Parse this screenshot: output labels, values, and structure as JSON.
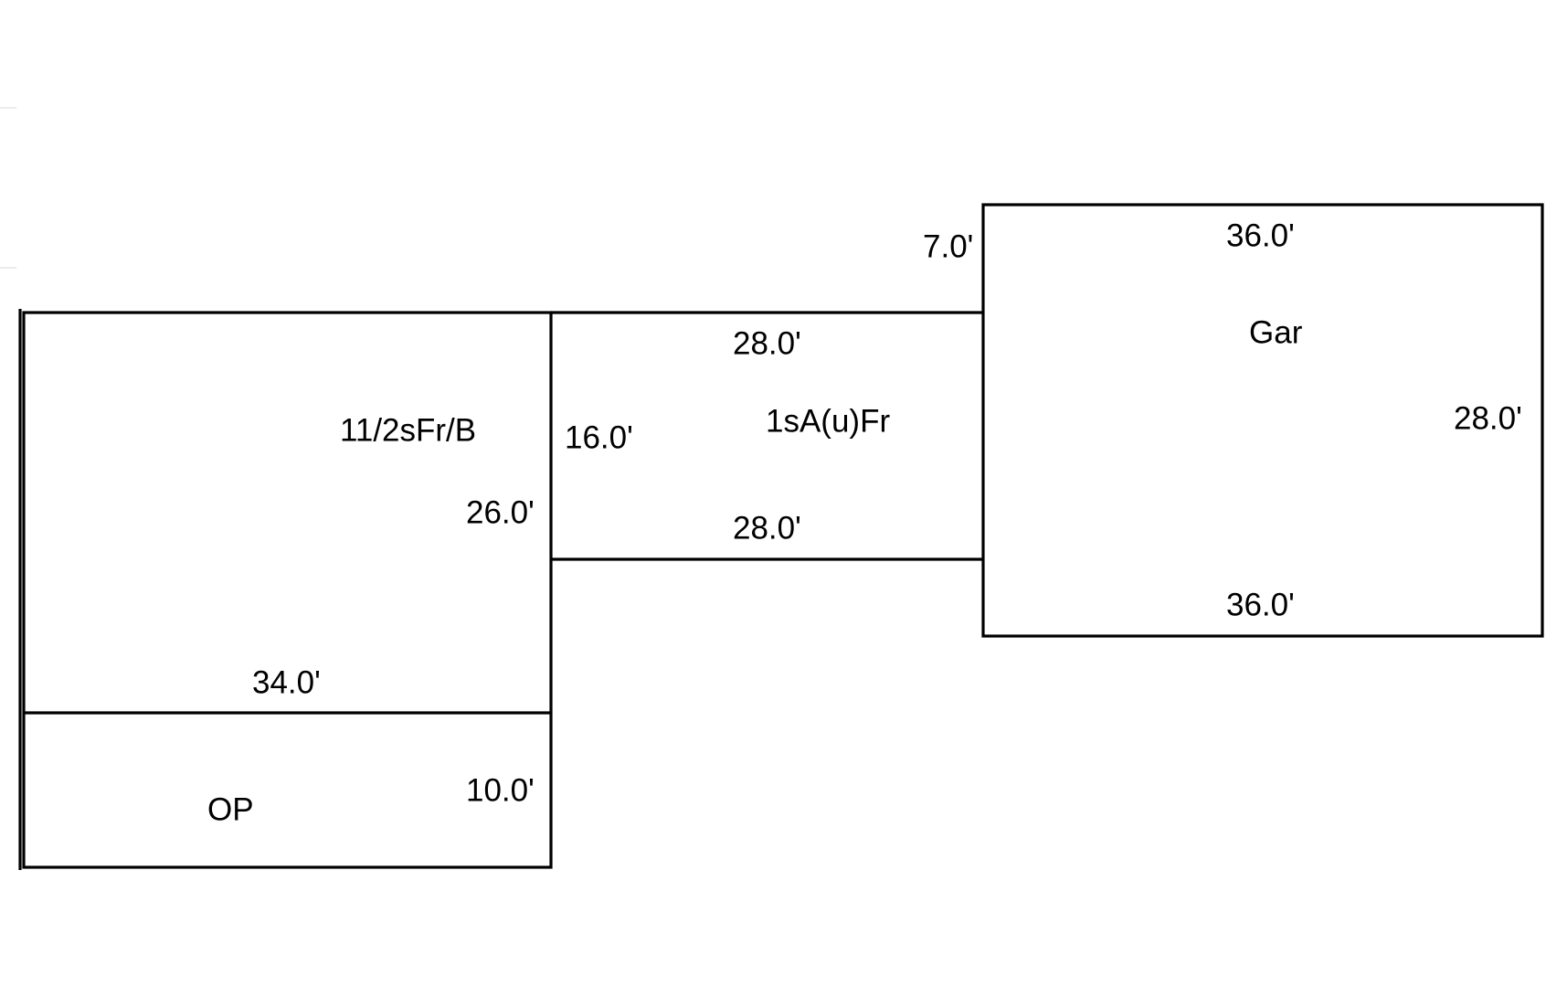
{
  "sketch": {
    "areas": {
      "main_house": {
        "code": "11/2sFr/B"
      },
      "open_porch": {
        "code": "OP"
      },
      "addition": {
        "code": "1sA(u)Fr"
      },
      "garage": {
        "code": "Gar"
      }
    },
    "dimensions": {
      "main_house_right": "26.0'",
      "main_house_bottom": "34.0'",
      "porch_right": "10.0'",
      "addition_top": "28.0'",
      "addition_bottom": "28.0'",
      "addition_left": "16.0'",
      "garage_offset": "7.0'",
      "garage_top": "36.0'",
      "garage_bottom": "36.0'",
      "garage_right": "28.0'"
    }
  }
}
